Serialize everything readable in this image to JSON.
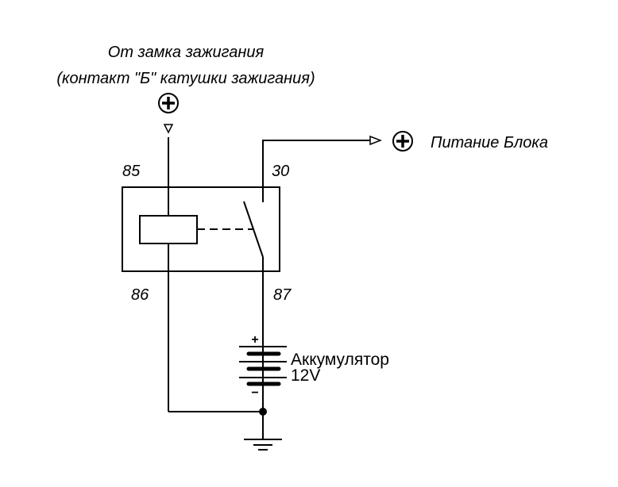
{
  "title": "Relay wiring diagram",
  "labels": {
    "ignition_line1": "От замка зажигания",
    "ignition_line2": "(контакт \"Б\" катушки зажигания)",
    "power_output": "Питание Блока",
    "pin_85": "85",
    "pin_86": "86",
    "pin_30": "30",
    "pin_87": "87",
    "battery_name": "Аккумулятор",
    "battery_voltage": "12V",
    "battery_plus": "+",
    "battery_minus": "−"
  },
  "colors": {
    "line": "#000000",
    "background": "#ffffff"
  }
}
